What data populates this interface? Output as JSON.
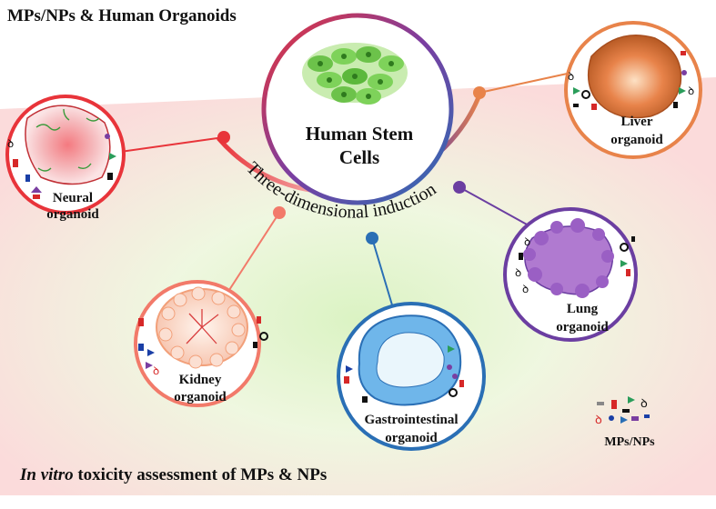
{
  "title": "MPs/NPs & Human Organoids",
  "hub": {
    "line1": "Human Stem",
    "line2": "Cells",
    "arc_text": "Three-dimensional induction"
  },
  "organoids": [
    {
      "id": "neural",
      "line1": "Neural",
      "line2": "organoid",
      "color": "#e8343a"
    },
    {
      "id": "kidney",
      "line1": "Kidney",
      "line2": "organoid",
      "color": "#f27a6a"
    },
    {
      "id": "gastrointestinal",
      "line1": "Gastrointestinal",
      "line2": "organoid",
      "color": "#2a6fb5"
    },
    {
      "id": "lung",
      "line1": "Lung",
      "line2": "organoid",
      "color": "#6b3ea1"
    },
    {
      "id": "liver",
      "line1": "Liver",
      "line2": "organoid",
      "color": "#e8834a"
    }
  ],
  "bottom_text": {
    "italic": "In vitro",
    "rest": " toxicity assessment of MPs & NPs"
  },
  "legend": {
    "label": "MPs/NPs"
  }
}
